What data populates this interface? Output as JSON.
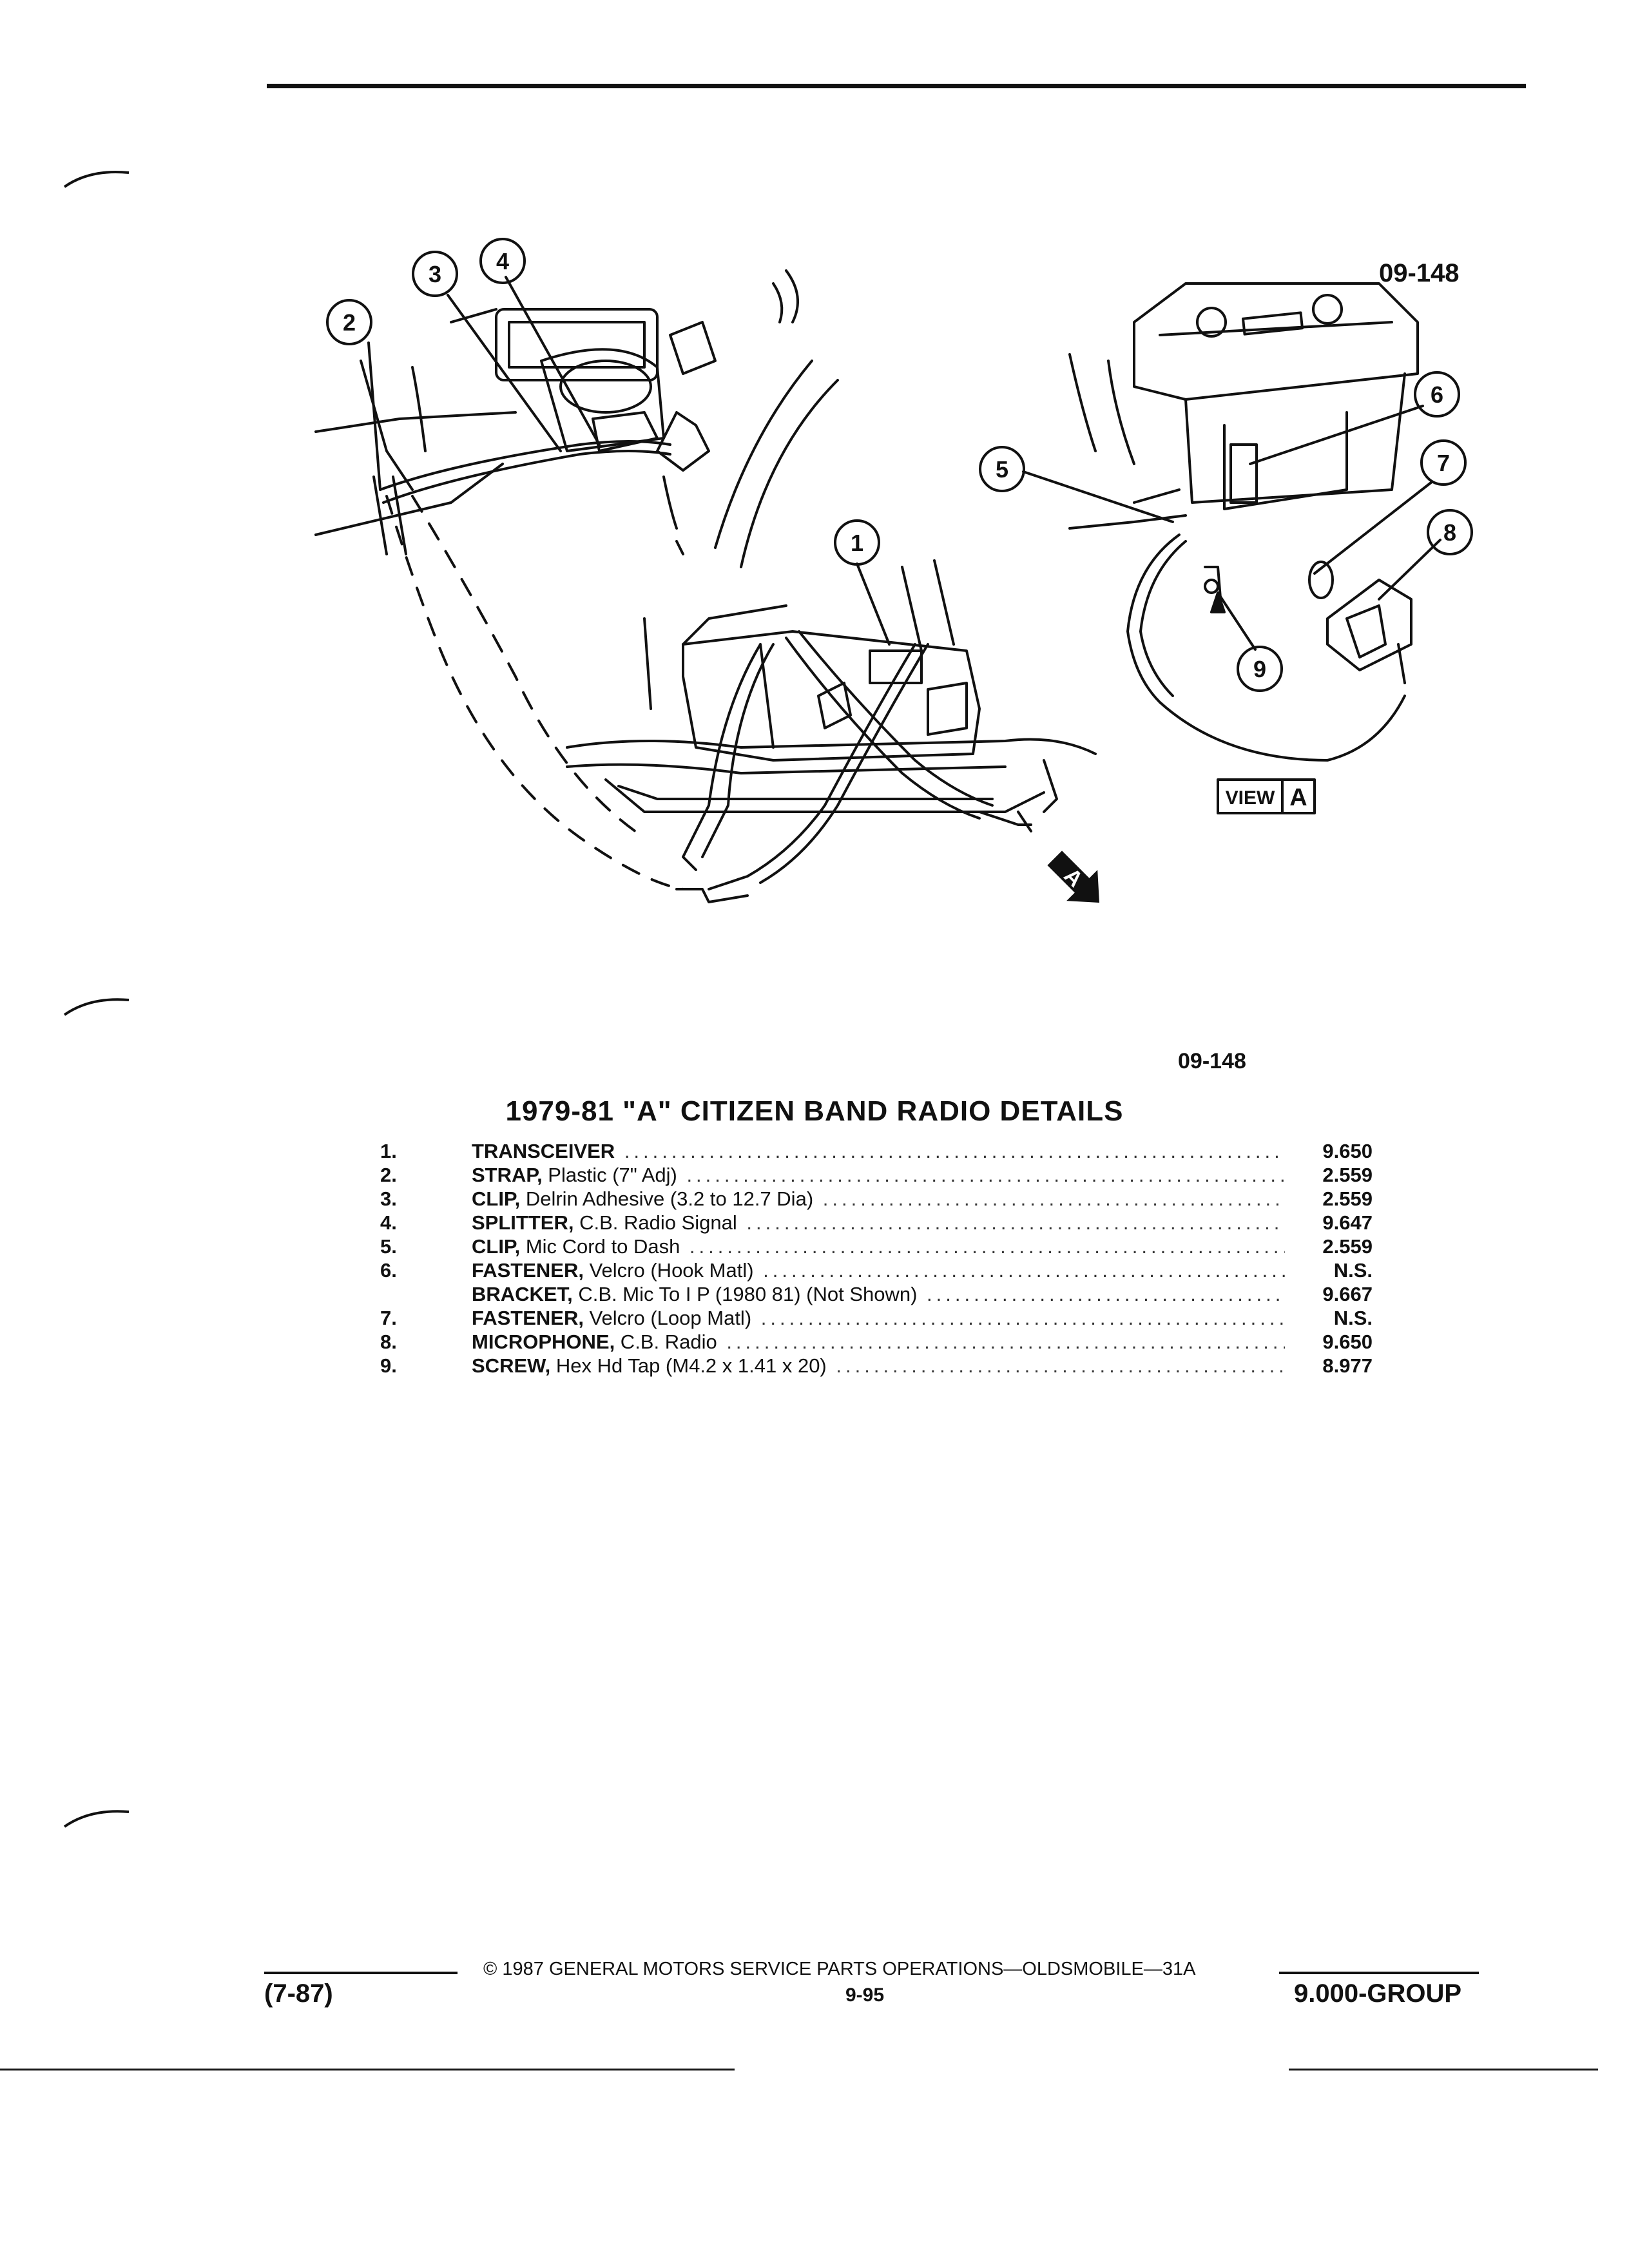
{
  "figure": {
    "code_top": "09-148",
    "code_bottom": "09-148",
    "view_label": "VIEW",
    "view_letter": "A",
    "arrow_letter": "A",
    "callouts": [
      "1",
      "2",
      "3",
      "4",
      "5",
      "6",
      "7",
      "8",
      "9"
    ]
  },
  "title": "1979-81 \"A\" CITIZEN BAND RADIO DETAILS",
  "parts": [
    {
      "num": "1.",
      "name": "TRANSCEIVER",
      "desc": "",
      "code": "9.650"
    },
    {
      "num": "2.",
      "name": "STRAP,",
      "desc": " Plastic (7\" Adj)",
      "code": "2.559"
    },
    {
      "num": "3.",
      "name": "CLIP,",
      "desc": " Delrin Adhesive (3.2 to 12.7 Dia)",
      "code": "2.559"
    },
    {
      "num": "4.",
      "name": "SPLITTER,",
      "desc": " C.B. Radio Signal",
      "code": "9.647"
    },
    {
      "num": "5.",
      "name": "CLIP,",
      "desc": " Mic Cord to Dash",
      "code": "2.559"
    },
    {
      "num": "6.",
      "name": "FASTENER,",
      "desc": " Velcro (Hook Matl)",
      "code": "N.S."
    },
    {
      "num": "",
      "name": "BRACKET,",
      "desc": " C.B. Mic To I P (1980 81) (Not Shown)",
      "code": "9.667"
    },
    {
      "num": "7.",
      "name": "FASTENER,",
      "desc": " Velcro (Loop Matl)",
      "code": "N.S."
    },
    {
      "num": "8.",
      "name": "MICROPHONE,",
      "desc": " C.B. Radio",
      "code": "9.650"
    },
    {
      "num": "9.",
      "name": "SCREW,",
      "desc": " Hex Hd Tap (M4.2 x 1.41 x 20)",
      "code": "8.977"
    }
  ],
  "footer": {
    "date": "(7-87)",
    "copyright": "© 1987 GENERAL MOTORS SERVICE PARTS OPERATIONS—OLDSMOBILE—31A",
    "page": "9-95",
    "group": "9.000-GROUP"
  }
}
